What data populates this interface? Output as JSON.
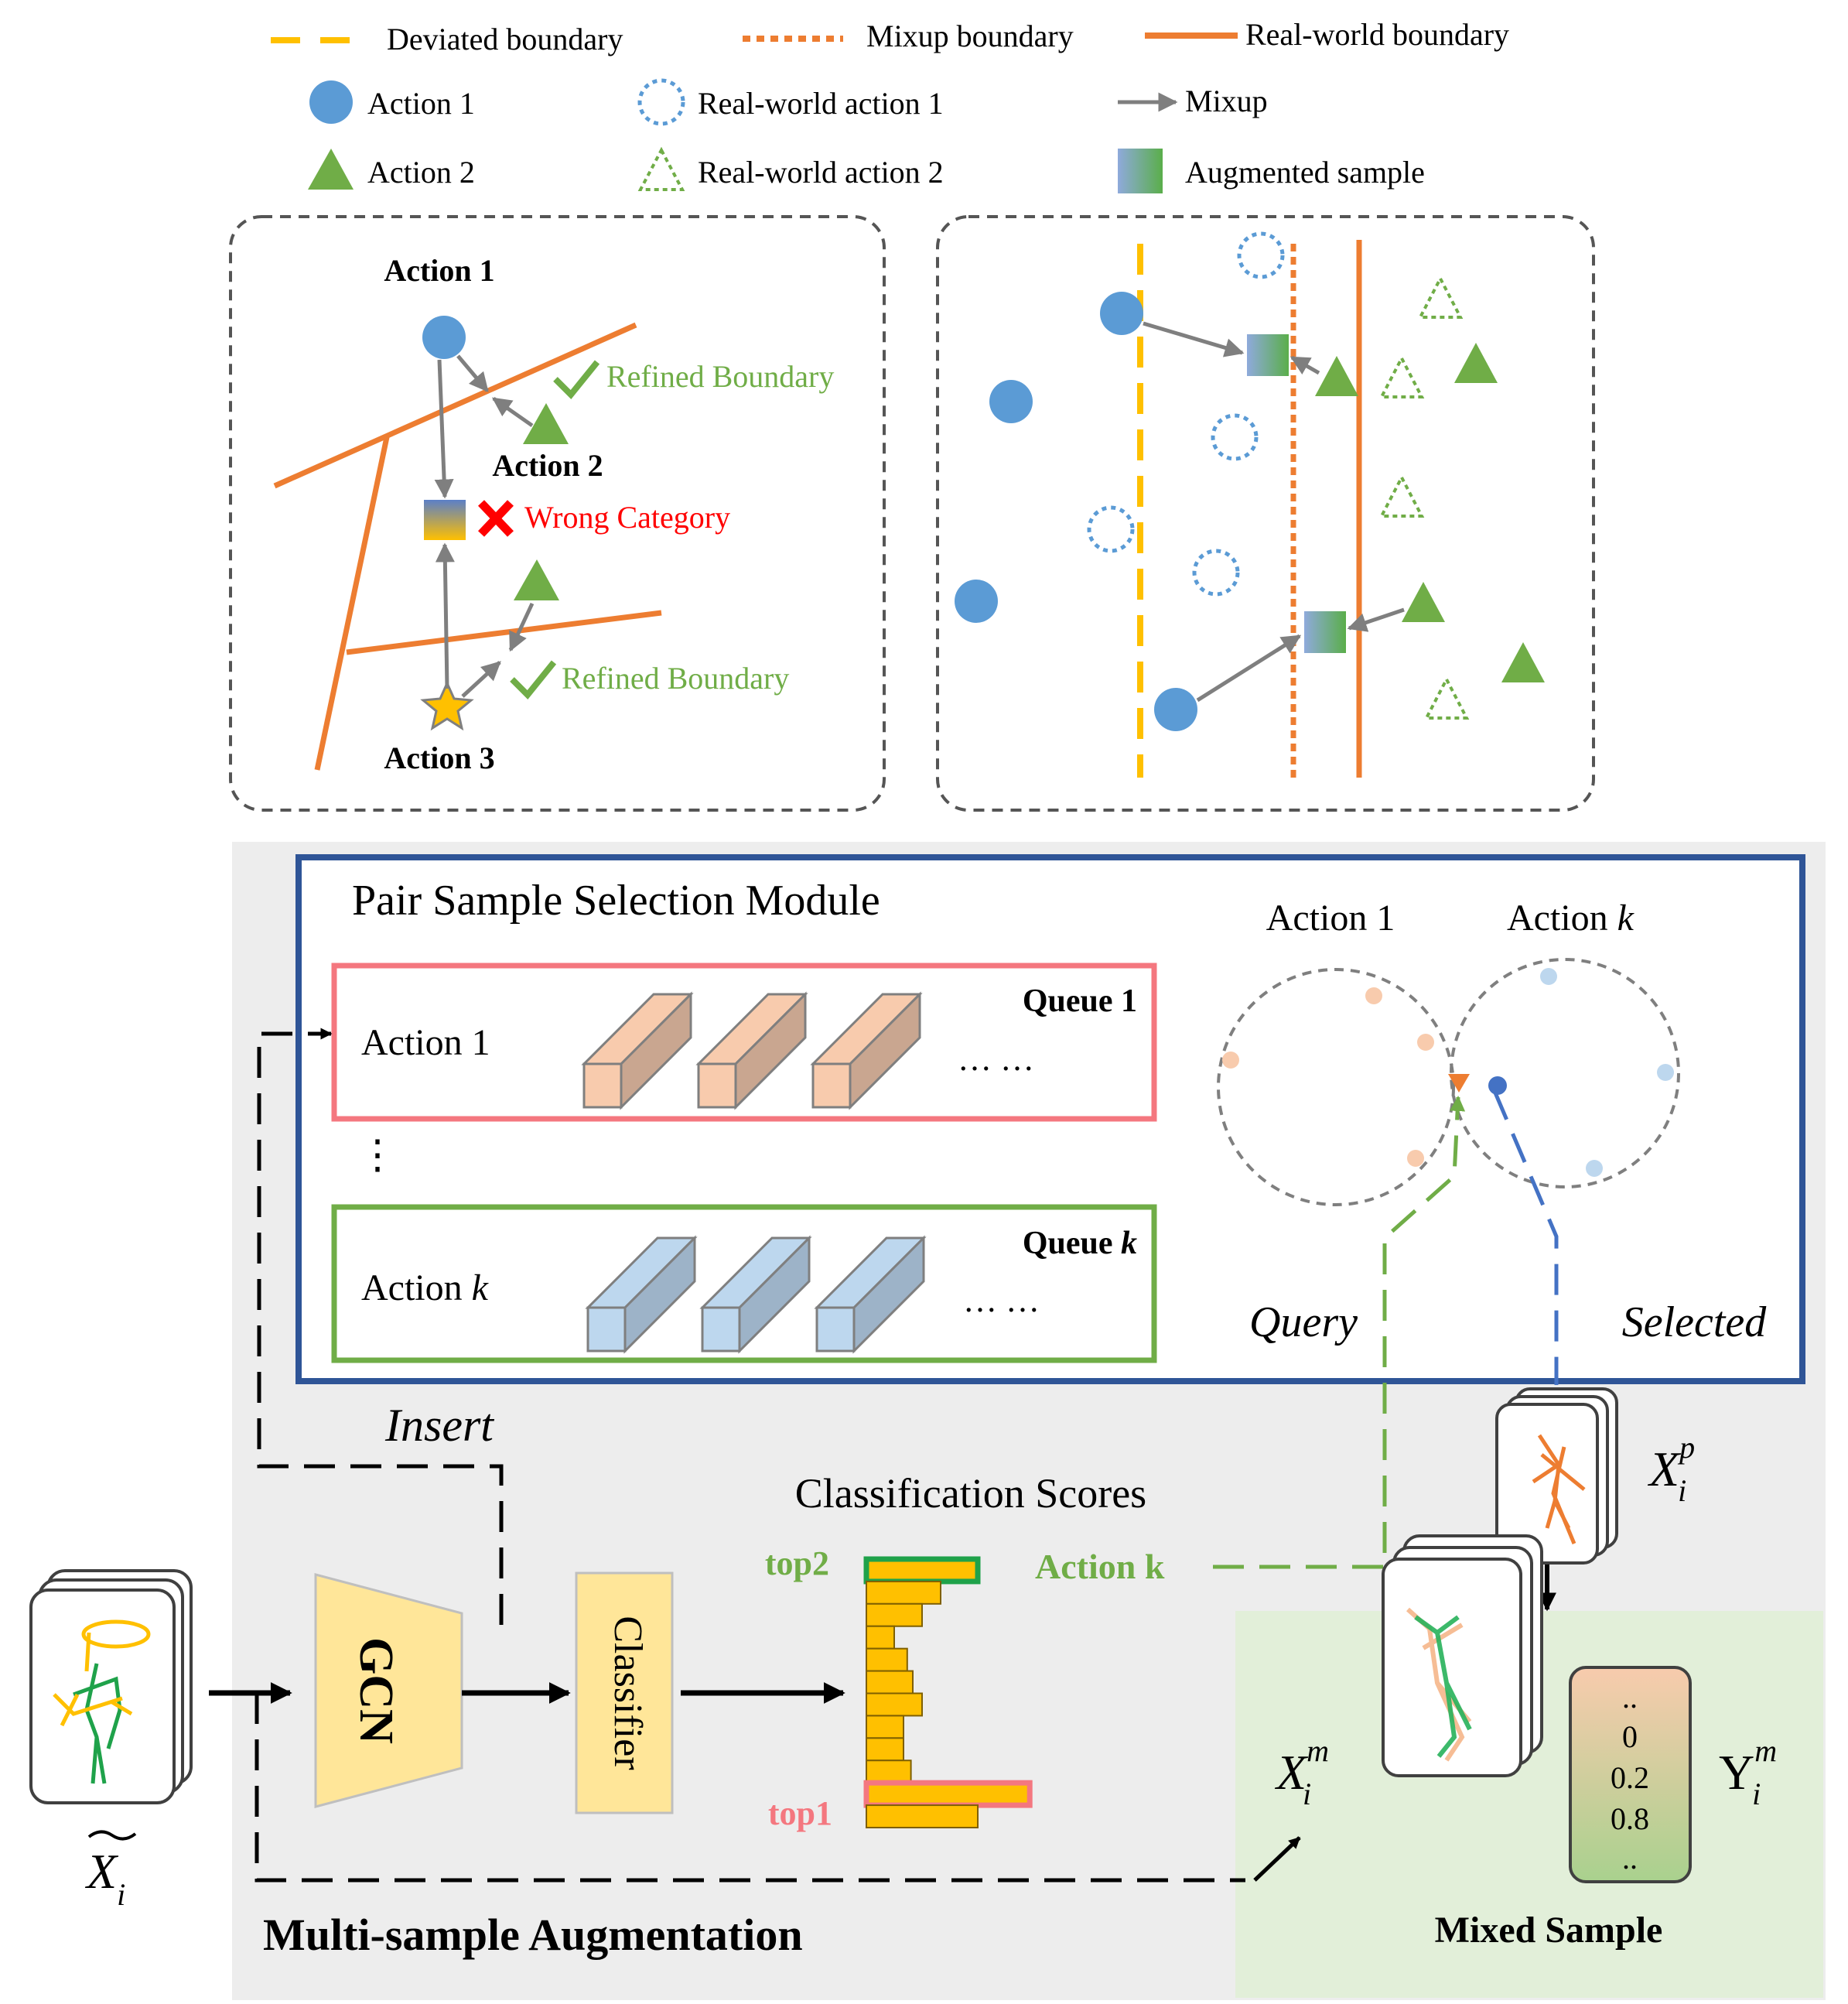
{
  "legend": {
    "deviated_boundary": "Deviated boundary",
    "mixup_boundary": "Mixup boundary",
    "real_world_boundary": "Real-world boundary",
    "action1": "Action 1",
    "real_world_action1": "Real-world action 1",
    "mixup": "Mixup",
    "action2": "Action 2",
    "real_world_action2": "Real-world action 2",
    "augmented_sample": "Augmented sample"
  },
  "left_panel": {
    "action1": "Action 1",
    "action2": "Action 2",
    "action3": "Action 3",
    "refined_boundary_1": "Refined Boundary",
    "refined_boundary_2": "Refined Boundary",
    "wrong_category": "Wrong Category"
  },
  "pssm": {
    "title": "Pair Sample Selection Module",
    "queue1_label": "Queue 1",
    "queuek_label": "Queue",
    "queuek_italic": "k",
    "row1_action": "Action 1",
    "rowk_action": "Action",
    "rowk_italic": "k",
    "ellipsis": "… …",
    "vdots": "⋮",
    "circle1_label": "Action 1",
    "circlek_label": "Action",
    "circlek_italic": "k",
    "query": "Query",
    "selected": "Selected"
  },
  "bottom": {
    "insert": "Insert",
    "classification_scores": "Classification Scores",
    "top2": "top2",
    "top1": "top1",
    "action_k": "Action k",
    "gcn": "GCN",
    "classifier": "Classifier",
    "title": "Multi-sample Augmentation",
    "mixed_sample": "Mixed Sample",
    "label_values": [
      "..",
      "0",
      "0.2",
      "0.8",
      ".."
    ],
    "x_tilde": "X",
    "x_tilde_sub": "i",
    "xp": "X",
    "xp_sub": "i",
    "xp_sup": "p",
    "xm": "X",
    "xm_sub": "i",
    "xm_sup": "m",
    "ym": "Y",
    "ym_sub": "i",
    "ym_sup": "m"
  },
  "colors": {
    "blue": "#5B9BD5",
    "green": "#70AD47",
    "orange": "#ED7D31",
    "yellow": "#FFC000",
    "navy": "#2F5597",
    "pink": "#F4777F",
    "gray_bg": "#EDEDED",
    "mint_bg": "#E2EFD9",
    "gcn_fill": "#FFE699",
    "red": "#FF0000"
  },
  "score_bars": [
    0.6,
    0.4,
    0.3,
    0.15,
    0.22,
    0.25,
    0.3,
    0.2,
    0.2,
    0.24,
    0.88,
    0.6
  ]
}
